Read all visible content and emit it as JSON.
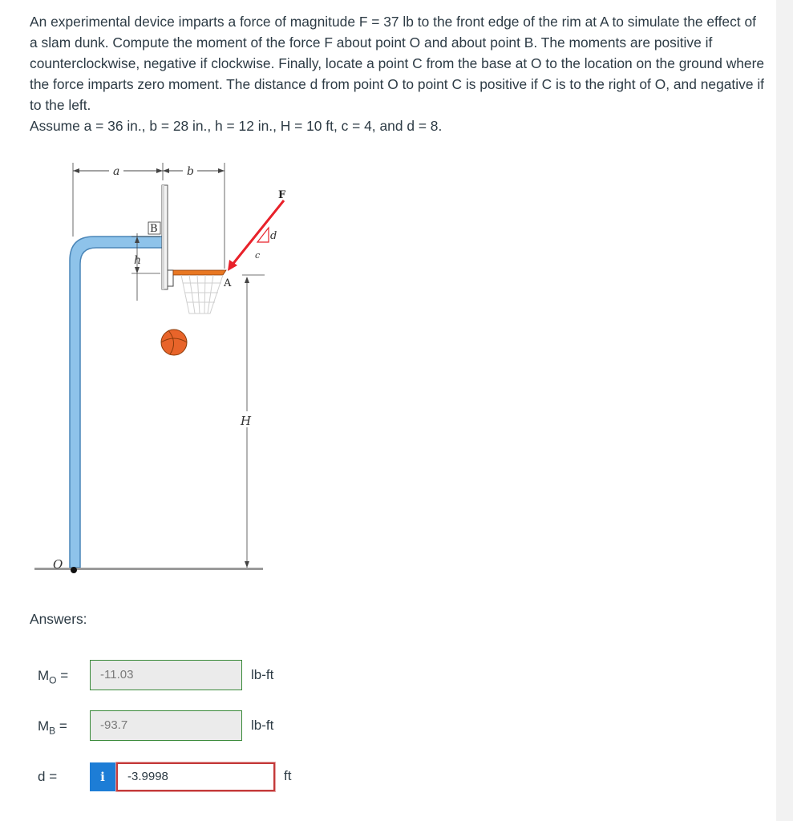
{
  "problem": {
    "text": "An experimental device imparts a force of magnitude F = 37 lb to the front edge of the rim at A to simulate the effect of a slam dunk. Compute the moment of the force F about point O and about point B. The moments are positive if counterclockwise, negative if clockwise. Finally, locate a point C from the base at O to the location on the ground where the force imparts zero moment. The distance d from point O to point C is positive if C is to the right of O, and negative if to the left.",
    "assume": "Assume a = 36 in., b = 28 in., h = 12 in., H = 10 ft, c = 4, and d = 8."
  },
  "figure": {
    "labels": {
      "a": "a",
      "b": "b",
      "B": "B",
      "F": "F",
      "d": "d",
      "c": "c",
      "h": "h",
      "A": "A",
      "H": "H",
      "O": "O"
    },
    "colors": {
      "pole": "#8ec3ea",
      "pole_edge": "#4a86b8",
      "force": "#e8212a",
      "rim": "#e87722",
      "ball": "#e8642a"
    }
  },
  "answers": {
    "heading": "Answers:",
    "rows": [
      {
        "var": "M",
        "sub": "O",
        "value": "-11.03",
        "unit": "lb-ft"
      },
      {
        "var": "M",
        "sub": "B",
        "value": "-93.7",
        "unit": "lb-ft"
      },
      {
        "var": "d",
        "sub": "",
        "value": "-3.9998",
        "unit": "ft",
        "info_icon": "i"
      }
    ]
  }
}
